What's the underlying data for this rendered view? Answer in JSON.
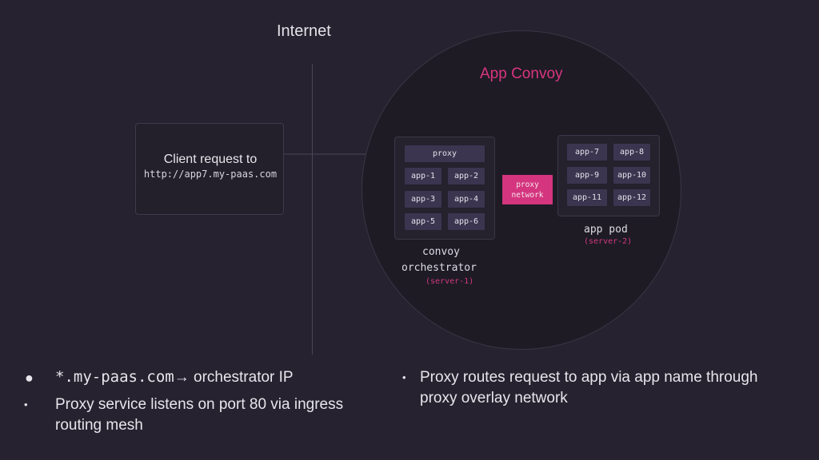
{
  "internet_label": "Internet",
  "client": {
    "title": "Client request to",
    "url": "http://app7.my-paas.com"
  },
  "convoy": {
    "title": "App Convoy",
    "proxy_chip": "proxy",
    "orchestrator_apps": [
      "app-1",
      "app-2",
      "app-3",
      "app-4",
      "app-5",
      "app-6"
    ],
    "proxy_network": [
      "proxy",
      "network"
    ],
    "pod_apps": [
      "app-7",
      "app-8",
      "app-9",
      "app-10",
      "app-11",
      "app-12"
    ],
    "orchestrator_label_line1": "convoy",
    "orchestrator_label_line2": "orchestrator",
    "orchestrator_server": "(server-1)",
    "pod_label": "app pod",
    "pod_server": "(server-2)"
  },
  "bullets": {
    "b1_code": "*.my-paas.com",
    "b1_arrow": "→",
    "b1_text": " orchestrator IP",
    "b2": "Proxy service listens on port 80 via ingress routing mesh",
    "b3": "Proxy routes request to app via app name through proxy overlay network"
  },
  "colors": {
    "background": "#26222f",
    "accent": "#d4357e",
    "chip": "#3b3550"
  }
}
